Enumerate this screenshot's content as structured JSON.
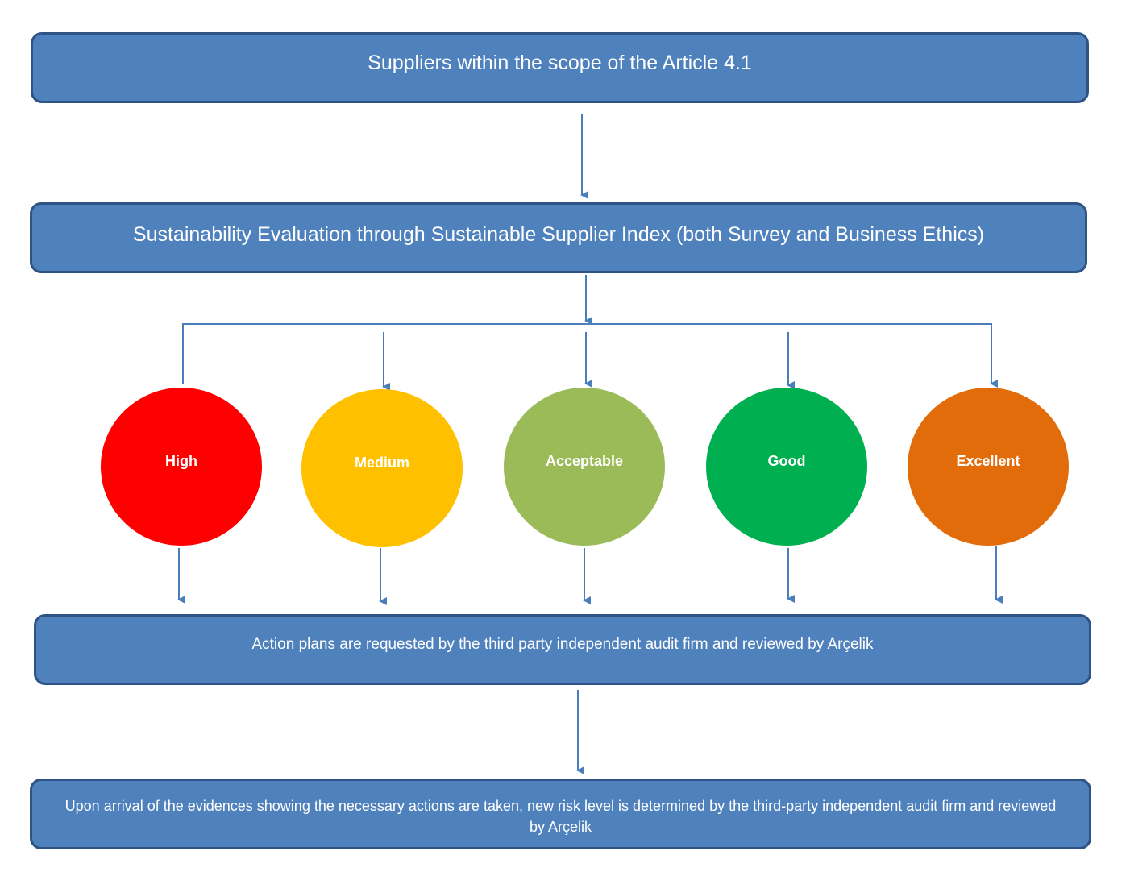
{
  "steps": {
    "scope": "Suppliers within the scope of the Article 4.1",
    "evaluation": "Sustainability Evaluation through Sustainable Supplier Index (both Survey and Business Ethics)",
    "action_plans": "Action plans are requested by the third party independent audit firm and reviewed by Arçelik",
    "new_risk_level": "Upon arrival of the evidences showing the necessary actions are taken, new risk level is determined by the third-party independent audit firm and reviewed by Arçelik"
  },
  "levels": [
    {
      "label": "High",
      "color": "#ff0000"
    },
    {
      "label": "Medium",
      "color": "#ffc000"
    },
    {
      "label": "Acceptable",
      "color": "#9bbb59"
    },
    {
      "label": "Good",
      "color": "#00b050"
    },
    {
      "label": "Excellent",
      "color": "#e36c0a"
    }
  ],
  "colors": {
    "box_fill": "#4f81bd",
    "box_border": "#2e5486",
    "connector": "#4a7ebb"
  }
}
